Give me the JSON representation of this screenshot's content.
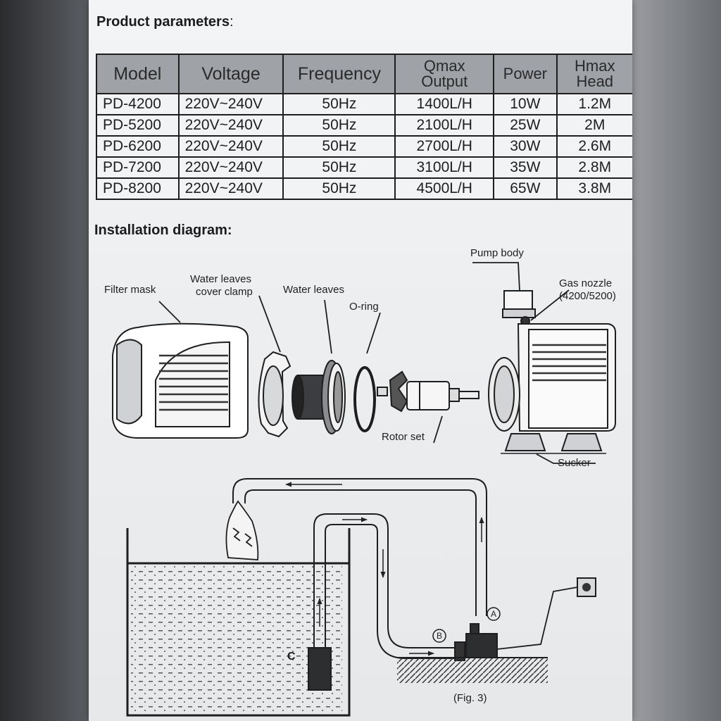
{
  "headings": {
    "product_parameters": "Product parameters",
    "product_parameters_colon": ":",
    "installation_diagram": "Installation diagram:"
  },
  "table": {
    "headers": [
      {
        "line1": "Model",
        "line2": ""
      },
      {
        "line1": "Voltage",
        "line2": ""
      },
      {
        "line1": "Frequency",
        "line2": ""
      },
      {
        "line1": "Qmax",
        "line2": "Output"
      },
      {
        "line1": "Power",
        "line2": ""
      },
      {
        "line1": "Hmax",
        "line2": "Head"
      }
    ],
    "rows": [
      [
        "PD-4200",
        "220V~240V",
        "50Hz",
        "1400L/H",
        "10W",
        "1.2M"
      ],
      [
        "PD-5200",
        "220V~240V",
        "50Hz",
        "2100L/H",
        "25W",
        "2M"
      ],
      [
        "PD-6200",
        "220V~240V",
        "50Hz",
        "2700L/H",
        "30W",
        "2.6M"
      ],
      [
        "PD-7200",
        "220V~240V",
        "50Hz",
        "3100L/H",
        "35W",
        "2.8M"
      ],
      [
        "PD-8200",
        "220V~240V",
        "50Hz",
        "4500L/H",
        "65W",
        "3.8M"
      ]
    ]
  },
  "labels": {
    "filter_mask": "Filter mask",
    "clamp_line1": "Water leaves",
    "clamp_line2": "cover clamp",
    "water_leaves": "Water leaves",
    "o_ring": "O-ring",
    "rotor_set": "Rotor set",
    "pump_body": "Pump body",
    "gas_nozzle_line1": "Gas nozzle",
    "gas_nozzle_line2": "(4200/5200)",
    "sucker": "Sucker"
  },
  "fig3": {
    "marker_a": "A",
    "marker_b": "B",
    "marker_c": "C",
    "caption": "(Fig. 3)"
  },
  "colors": {
    "header_bg": "#9fa2a6",
    "ink": "#1e1e1e",
    "paper": "#eef0f2"
  }
}
